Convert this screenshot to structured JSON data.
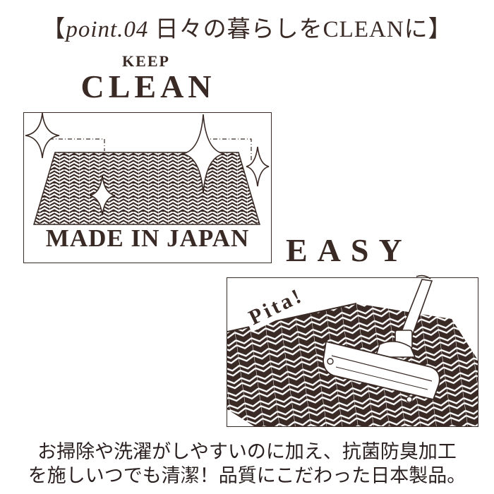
{
  "header": {
    "bracket_open": "【",
    "point_label": "point.04",
    "title_text": "日々の暮らしをCLEANに",
    "bracket_close": "】"
  },
  "keep_clean": {
    "keep": "KEEP",
    "clean": "CLEAN"
  },
  "made_in_japan": "MADE IN JAPAN",
  "easy": "EASY",
  "pita": "Pita!",
  "caption": {
    "line1": "お掃除や洗濯がしやすいのに加え、抗菌防臭加工",
    "line2": "を施しいつでも清潔！品質にこだわった日本製品。"
  },
  "colors": {
    "ink": "#3a2a25",
    "background": "#ffffff"
  },
  "icons": [
    "sparkle-icon",
    "vacuum-icon",
    "herringbone-mat"
  ]
}
